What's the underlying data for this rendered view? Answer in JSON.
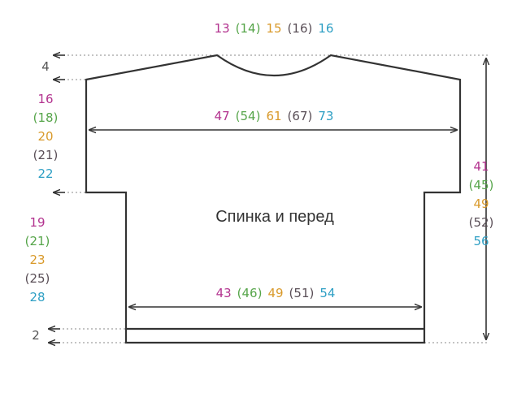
{
  "colors": {
    "s1": "#b3338f",
    "s2": "#56a54a",
    "s3": "#d99a2b",
    "s4": "#5a4f57",
    "s5": "#2e9fc4",
    "outline": "#333333"
  },
  "piece_label": "Спинка и перед",
  "labels": {
    "neck_width": [
      "13",
      "(14)",
      "15",
      "(16)",
      "16"
    ],
    "chest_width": [
      "47",
      "(54)",
      "61",
      "(67)",
      "73"
    ],
    "hem_width": [
      "43",
      "(46)",
      "49",
      "(51)",
      "54"
    ],
    "shoulder_drop": "4",
    "armhole_height": [
      "16",
      "(18)",
      "20",
      "(21)",
      "22"
    ],
    "side_height": [
      "19",
      "(21)",
      "23",
      "(25)",
      "28"
    ],
    "total_height": [
      "41",
      "(45)",
      "49",
      "(52)",
      "56"
    ],
    "rib_height": "2"
  }
}
